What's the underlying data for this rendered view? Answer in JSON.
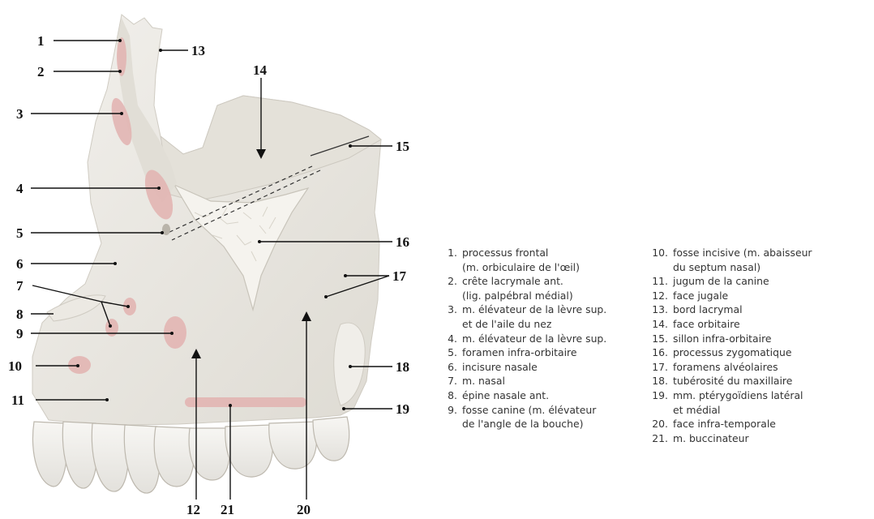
{
  "callout_numbers": [
    "1",
    "2",
    "3",
    "4",
    "5",
    "6",
    "7",
    "8",
    "9",
    "10",
    "11",
    "12",
    "13",
    "14",
    "15",
    "16",
    "17",
    "18",
    "19",
    "20",
    "21"
  ],
  "legend_left": [
    {
      "num": "1.",
      "text": "processus frontal"
    },
    {
      "num": "",
      "text": "(m. orbiculaire de l'œil)"
    },
    {
      "num": "2.",
      "text": "crête lacrymale ant."
    },
    {
      "num": "",
      "text": "(lig. palpébral médial)"
    },
    {
      "num": "3.",
      "text": "m. élévateur de la lèvre sup."
    },
    {
      "num": "",
      "text": "et de l'aile du nez"
    },
    {
      "num": "4.",
      "text": "m. élévateur de la lèvre sup."
    },
    {
      "num": "5.",
      "text": "foramen infra-orbitaire"
    },
    {
      "num": "6.",
      "text": "incisure nasale"
    },
    {
      "num": "7.",
      "text": "m. nasal"
    },
    {
      "num": "8.",
      "text": "épine nasale ant."
    },
    {
      "num": "9.",
      "text": "fosse canine (m. élévateur"
    },
    {
      "num": "",
      "text": "de l'angle de la bouche)"
    }
  ],
  "legend_right": [
    {
      "num": "10.",
      "text": "fosse incisive (m. abaisseur"
    },
    {
      "num": "",
      "text": "du septum nasal)"
    },
    {
      "num": "11.",
      "text": "jugum de la canine"
    },
    {
      "num": "12.",
      "text": "face jugale"
    },
    {
      "num": "13.",
      "text": "bord lacrymal"
    },
    {
      "num": "14.",
      "text": "face orbitaire"
    },
    {
      "num": "15.",
      "text": "sillon infra-orbitaire"
    },
    {
      "num": "16.",
      "text": "processus zygomatique"
    },
    {
      "num": "17.",
      "text": "foramens alvéolaires"
    },
    {
      "num": "18.",
      "text": "tubérosité du maxillaire"
    },
    {
      "num": "19.",
      "text": "mm. ptérygoïdiens latéral"
    },
    {
      "num": "",
      "text": "et médial"
    },
    {
      "num": "20.",
      "text": "face infra-temporale"
    },
    {
      "num": "21.",
      "text": "m. buccinateur"
    }
  ],
  "colors": {
    "bone": "#eeece7",
    "bone_shade": "#dcd9d1",
    "muscle_insertion": "#e3b5b3",
    "tooth": "#f3f2ef"
  }
}
